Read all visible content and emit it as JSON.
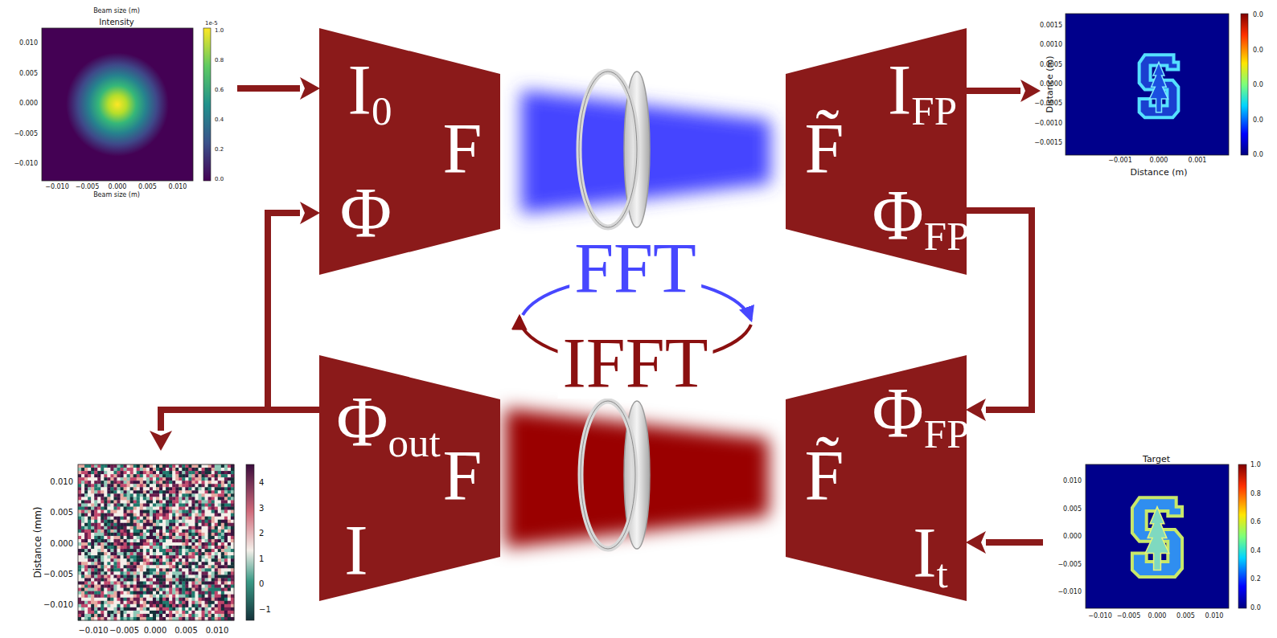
{
  "diagram": {
    "nodes": [
      {
        "text": [
          "Beam size (m)",
          "Intensity",
          "Beam size (m)"
        ]
      },
      {
        "text": [
          "I0",
          "F",
          "Φ"
        ]
      },
      {
        "text": [
          "IFP",
          "F̃",
          "ΦFP"
        ]
      },
      {
        "text": [
          "Distance (m)",
          "Distance (m)"
        ]
      },
      {
        "text": [
          "Distance (mm)"
        ]
      },
      {
        "text": [
          "Φout",
          "F",
          "I"
        ]
      },
      {
        "text": [
          "ΦFP",
          "F̃",
          "It"
        ]
      },
      {
        "text": [
          "Target"
        ]
      }
    ],
    "edges": [
      {
        "from": 0,
        "to": 1,
        "arrow": "to"
      },
      {
        "from": 2,
        "to": 3,
        "arrow": "to"
      },
      {
        "from": 2,
        "to": 6,
        "arrow": "to"
      },
      {
        "from": 5,
        "to": 1,
        "arrow": "to"
      },
      {
        "from": 5,
        "to": 4,
        "arrow": "to"
      },
      {
        "from": 7,
        "to": 6,
        "arrow": "to"
      }
    ],
    "labels": [
      "−0.010",
      "−0.005",
      "0.000",
      "0.005",
      "0.010",
      "0.010",
      "0.005",
      "0.000",
      "−0.005",
      "−0.010",
      "1e-5",
      "1.0",
      "0.8",
      "0.6",
      "0.4",
      "0.2",
      "0.0",
      "0.0015",
      "0.0010",
      "0.0005",
      "0.0000",
      "−0.0005",
      "−0.0010",
      "−0.0015",
      "−0.001",
      "0.000",
      "0.001",
      "0.0",
      "0.0",
      "0.0",
      "0.0",
      "0.0",
      "FFT",
      "IFFT",
      "0.010",
      "0.005",
      "0.000",
      "−0.005",
      "−0.010",
      "−0.010",
      "−0.005",
      "0.000",
      "0.005",
      "0.010",
      "4",
      "3",
      "2",
      "1",
      "0",
      "−1",
      "0.010",
      "0.005",
      "0.000",
      "−0.005",
      "−0.010",
      "−0.010",
      "−0.005",
      "0.000",
      "0.005",
      "0.010",
      "1.0",
      "0.8",
      "0.6",
      "0.4",
      "0.2",
      "0.0"
    ]
  }
}
